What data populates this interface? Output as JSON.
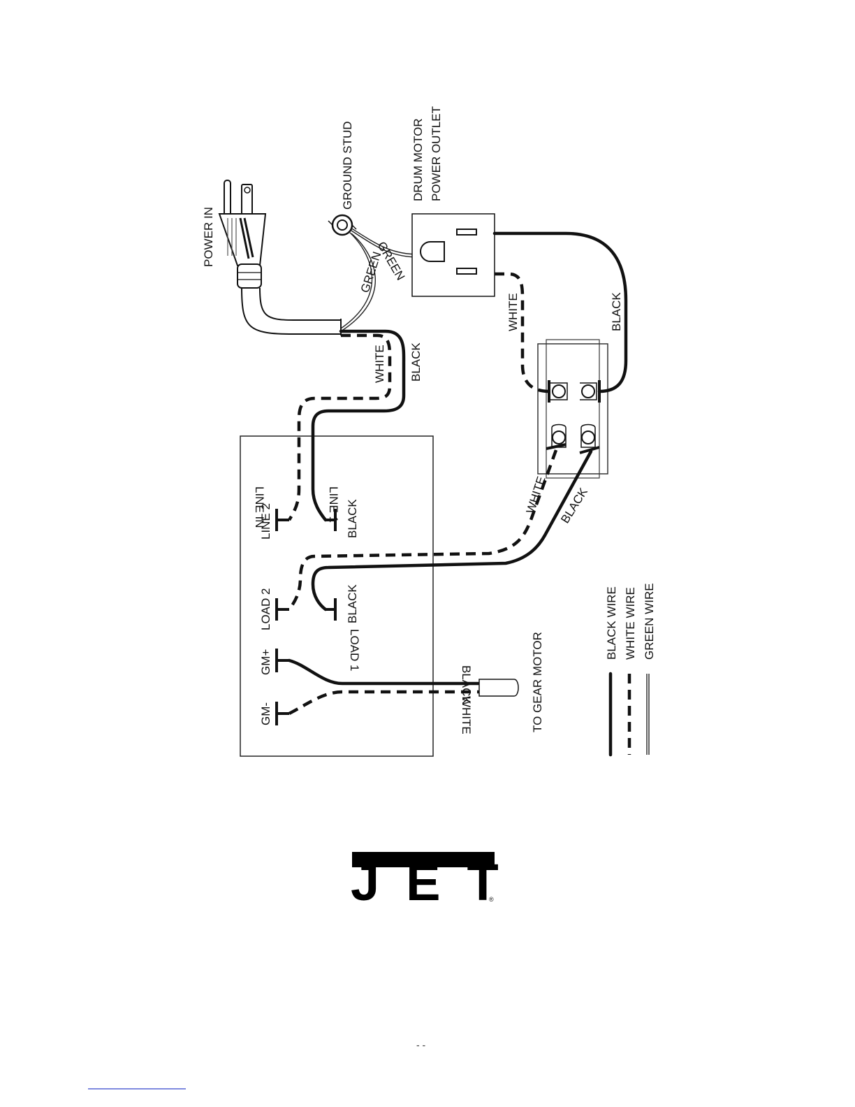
{
  "diagram": {
    "labels": {
      "power_in": "POWER IN",
      "ground_stud": "GROUND STUD",
      "drum_motor_outlet_line1": "DRUM MOTOR",
      "drum_motor_outlet_line2": "POWER OUTLET",
      "green_1": "GREEN",
      "green_2": "GREEN",
      "white_cord": "WHITE",
      "black_cord": "BLACK",
      "white_outlet": "WHITE",
      "black_outlet": "BLACK",
      "white_switch": "WHITE",
      "black_switch": "BLACK",
      "line_in": "LINE IN",
      "line_2": "LINE 2",
      "line_1": "LINE 1",
      "black_line1": "BLACK",
      "load_2": "LOAD 2",
      "load_1": "LOAD 1",
      "black_load1": "BLACK",
      "gm_plus": "GM+",
      "gm_minus": "GM-",
      "black_gm": "BLACK",
      "white_gm": "WHITE",
      "to_gear_motor": "TO GEAR MOTOR"
    },
    "legend": [
      {
        "label": "BLACK WIRE"
      },
      {
        "label": "WHITE WIRE"
      },
      {
        "label": "GREEN WIRE"
      }
    ]
  },
  "brand": {
    "logo": "JET",
    "registered": "®"
  },
  "page_number": "- -"
}
